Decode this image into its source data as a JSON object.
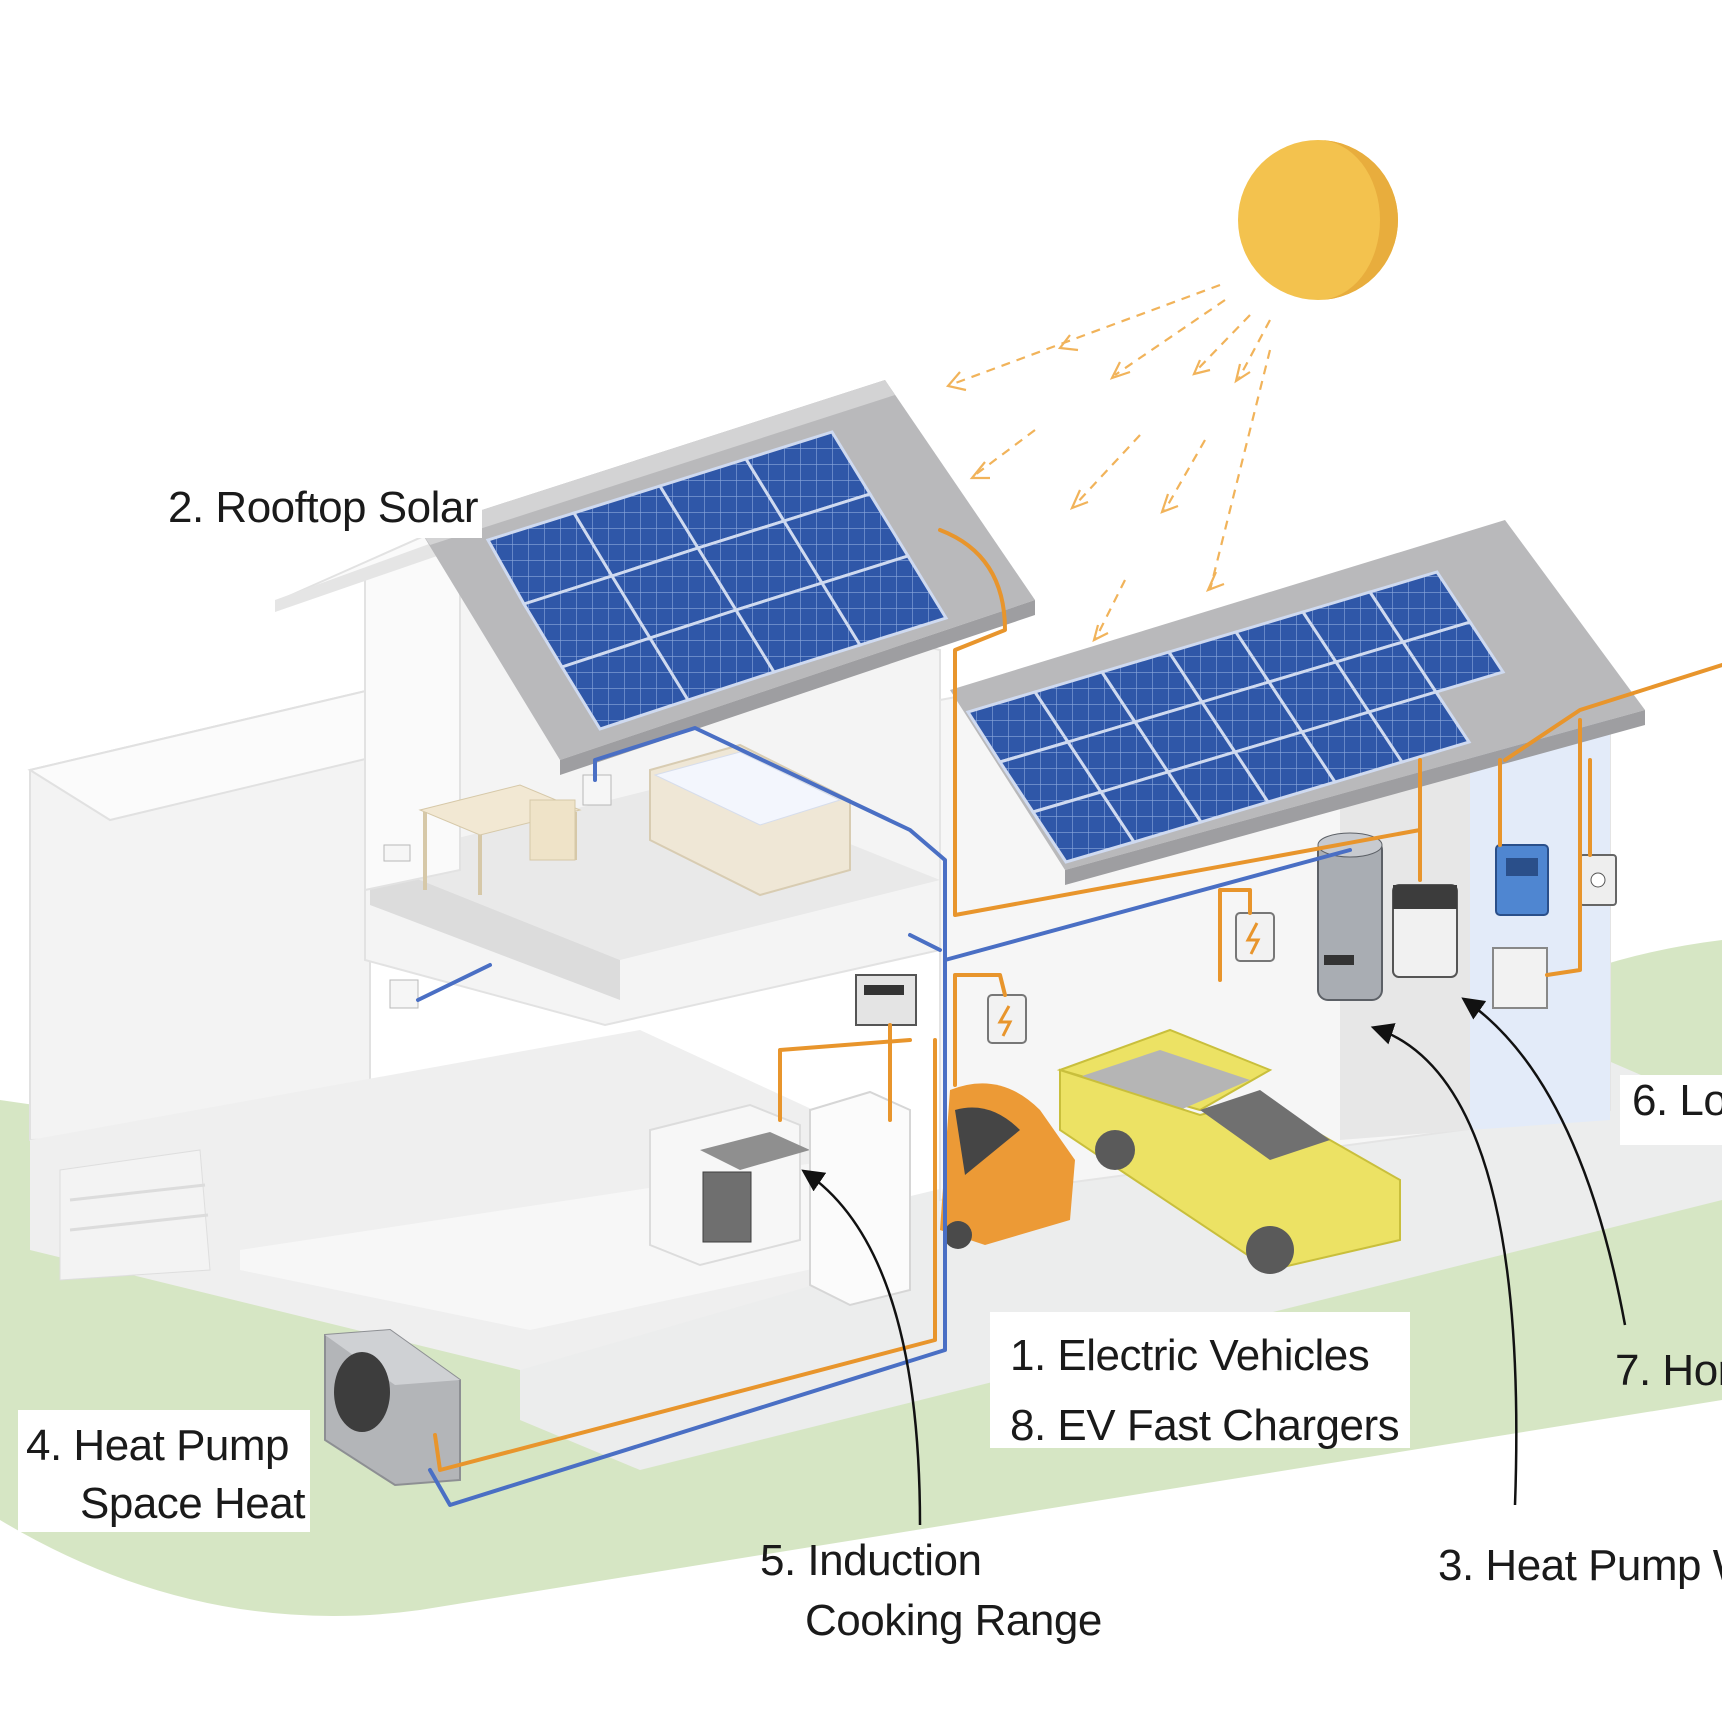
{
  "labels": {
    "rooftop_solar": "2. Rooftop Solar",
    "electric_vehicles": "1. Electric Vehicles",
    "ev_fast_chargers": "8. EV Fast Chargers",
    "heat_pump_space_heat_line1": "4.  Heat Pump",
    "heat_pump_space_heat_line2": "Space Heat",
    "induction_line1": "5. Induction",
    "induction_line2": "Cooking Range",
    "heat_pump_water": "3. Heat Pump W",
    "home_battery": "7. Hor",
    "load_panel": "6. Lo"
  },
  "colors": {
    "sun": "#f3c24e",
    "solar_panel": "#2f57a8",
    "roof": "#b9b9bb",
    "power_line": "#e8952c",
    "hvac_line": "#4a6fc4",
    "ground": "#d6e6c4",
    "car_orange": "#ec9a36",
    "truck_yellow": "#ece264"
  }
}
